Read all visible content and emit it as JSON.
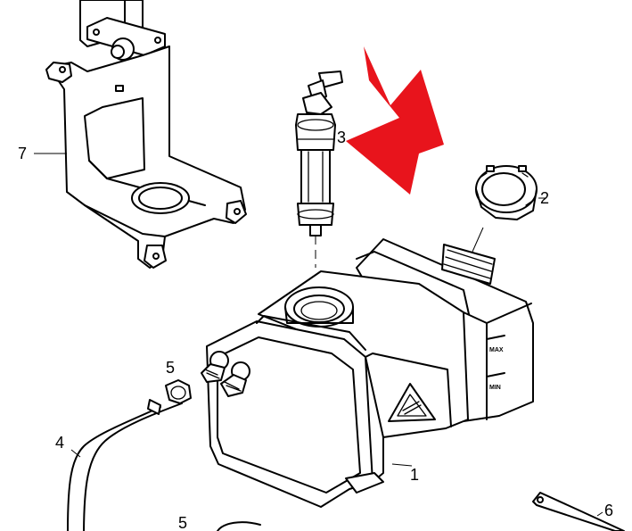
{
  "callouts": [
    {
      "id": "p1",
      "label": "1"
    },
    {
      "id": "p2",
      "label": "2"
    },
    {
      "id": "p3",
      "label": "3"
    },
    {
      "id": "p4",
      "label": "4"
    },
    {
      "id": "p5a",
      "label": "5"
    },
    {
      "id": "p5b",
      "label": "5"
    },
    {
      "id": "p6",
      "label": "6"
    },
    {
      "id": "p7",
      "label": "7"
    }
  ],
  "markings": {
    "max": "MAX",
    "min": "MIN"
  },
  "colors": {
    "line": "#000000",
    "arrow": "#e8141c",
    "background": "#ffffff"
  },
  "icons": {
    "warning": "warning-triangle-icon",
    "pointer": "red-arrow-icon"
  }
}
